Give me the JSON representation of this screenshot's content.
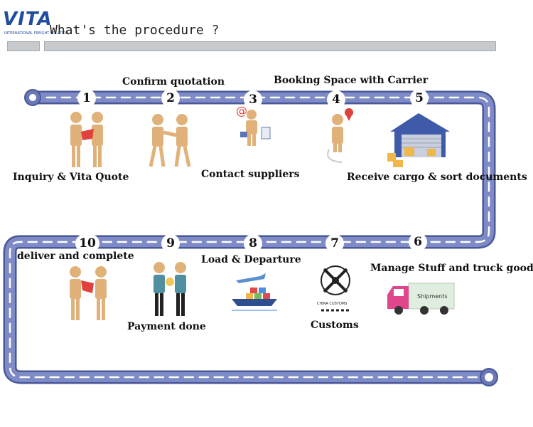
{
  "header": {
    "logo_text": "VITA",
    "logo_subtitle": "INTERNATIONAL FREIGHT SOLUTION",
    "title": "What's the procedure ?"
  },
  "steps": [
    {
      "number": "1",
      "label": "Inquiry & Vita Quote"
    },
    {
      "number": "2",
      "label": "Confirm quotation"
    },
    {
      "number": "3",
      "label": "Contact suppliers"
    },
    {
      "number": "4",
      "label": "Booking Space with Carrier"
    },
    {
      "number": "5",
      "label": "Receive cargo & sort documents"
    },
    {
      "number": "6",
      "label": "Manage  Stuff and truck goods"
    },
    {
      "number": "7",
      "label": "Customs"
    },
    {
      "number": "8",
      "label": "Load & Departure"
    },
    {
      "number": "9",
      "label": "Payment done"
    },
    {
      "number": "10",
      "label": "deliver and complete"
    }
  ],
  "icons": {
    "truck_text": "Shipments",
    "customs_text": "CHINA CUSTOMS"
  },
  "colors": {
    "road": "#6b78b5",
    "road_edge": "#4a5899",
    "dash": "#ffffff",
    "figure": "#e0b27a",
    "suit": "#d9a565"
  }
}
